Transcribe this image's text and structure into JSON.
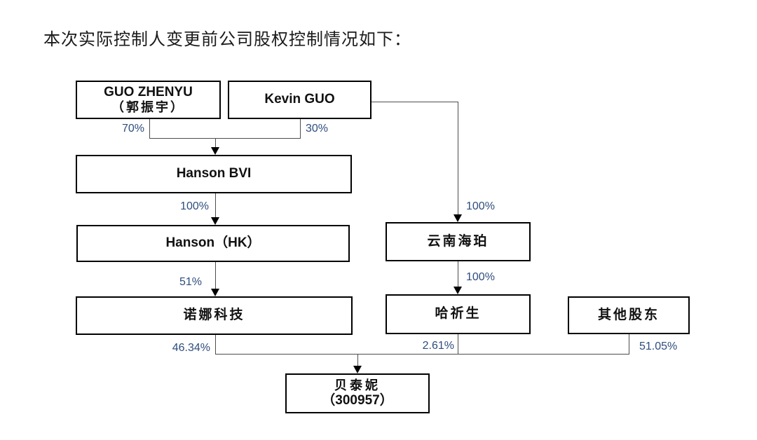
{
  "title": "本次实际控制人变更前公司股权控制情况如下：",
  "chart_data": {
    "type": "diagram",
    "subtype": "equity-control-structure",
    "nodes": {
      "guo_zhenyu": {
        "name": "GUO ZHENYU",
        "name_cn": "（郭振宇）"
      },
      "kevin_guo": {
        "name": "Kevin GUO"
      },
      "hanson_bvi": {
        "name": "Hanson BVI"
      },
      "hanson_hk": {
        "name": "Hanson（HK）"
      },
      "nuona_tech": {
        "name": "诺娜科技"
      },
      "yunnan_haipo": {
        "name": "云南海珀"
      },
      "haqisheng": {
        "name": "哈祈生"
      },
      "other_shareholders": {
        "name": "其他股东"
      },
      "betaini": {
        "name": "贝泰妮",
        "stock_code": "（300957）"
      }
    },
    "ownership_edges": [
      {
        "from": "guo_zhenyu",
        "to": "hanson_bvi",
        "label": "70%"
      },
      {
        "from": "kevin_guo",
        "to": "hanson_bvi",
        "label": "30%"
      },
      {
        "from": "hanson_bvi",
        "to": "hanson_hk",
        "label": "100%"
      },
      {
        "from": "hanson_hk",
        "to": "nuona_tech",
        "label": "51%"
      },
      {
        "from": "kevin_guo",
        "to": "yunnan_haipo",
        "label": "100%"
      },
      {
        "from": "yunnan_haipo",
        "to": "haqisheng",
        "label": "100%"
      },
      {
        "from": "nuona_tech",
        "to": "betaini",
        "label": "46.34%"
      },
      {
        "from": "haqisheng",
        "to": "betaini",
        "label": "2.61%"
      },
      {
        "from": "other_shareholders",
        "to": "betaini",
        "label": "51.05%"
      }
    ],
    "edge_labels": {
      "guo_to_bvi": "70%",
      "kevin_to_bvi": "30%",
      "bvi_to_hk": "100%",
      "hk_to_nuona": "51%",
      "kevin_to_haipo": "100%",
      "haipo_to_haqisheng": "100%",
      "nuona_to_betaini": "46.34%",
      "haqisheng_to_betaini": "2.61%",
      "other_to_betaini": "51.05%"
    },
    "colors": {
      "percent_text": "#2E4D7E",
      "box_border": "#000000",
      "connector_line": "#4d4d4d",
      "background": "#ffffff"
    }
  }
}
